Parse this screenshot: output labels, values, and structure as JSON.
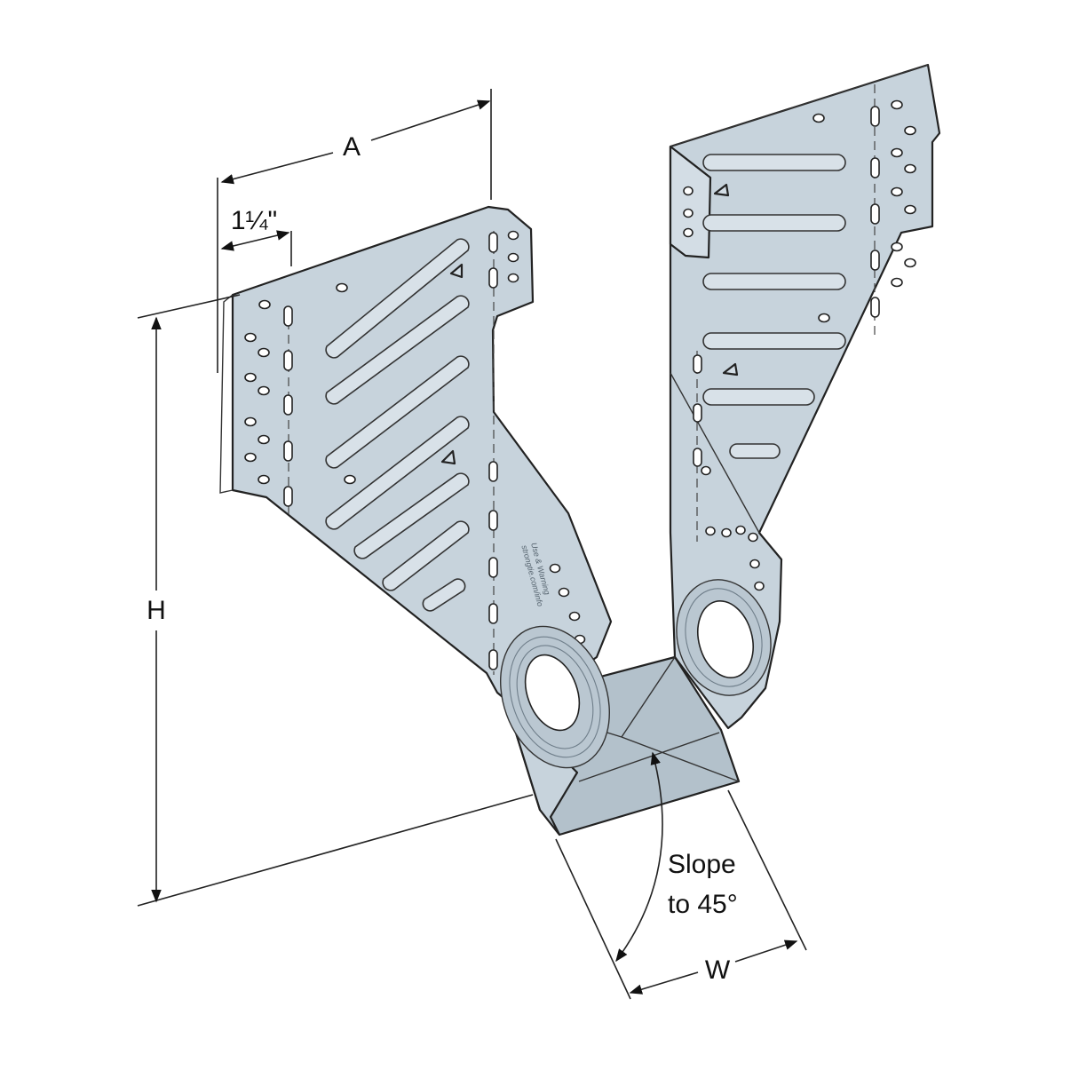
{
  "dimensions": {
    "a": "A",
    "h": "H",
    "w": "W",
    "one_quarter": "1¼\"",
    "slope_line1": "Slope",
    "slope_line2": "to 45°"
  },
  "embossed_text": {
    "line1": "Use & Warning",
    "line2": "strongtie.com/info"
  },
  "colors": {
    "metal": "#c7d3dc",
    "outline": "#222222",
    "background": "#ffffff"
  }
}
